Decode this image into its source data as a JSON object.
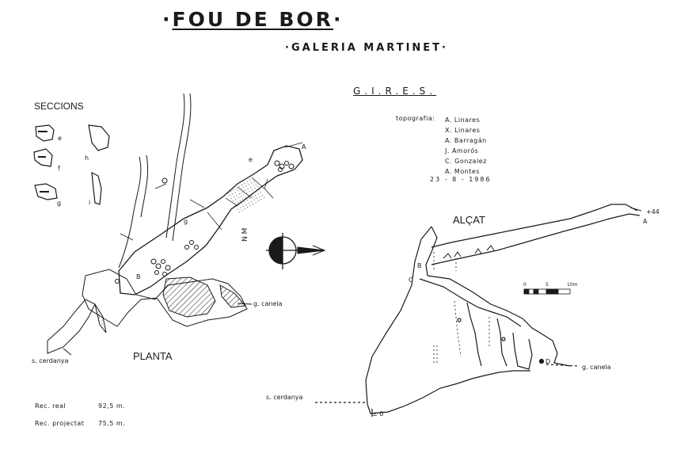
{
  "header": {
    "title": "FOU DE BOR",
    "subtitle": "GALERIA  MARTINET"
  },
  "credits": {
    "group": "G.I.R.E.S.",
    "label": "topografia:",
    "names": [
      "A. Linares",
      "X. Linares",
      "A. Barragán",
      "J. Amorós",
      "C. Gonzalez",
      "A. Montes"
    ],
    "date": "23 - 8 - 1986"
  },
  "sections": {
    "title": "SECCIONS",
    "letters": [
      "e",
      "f",
      "g",
      "h",
      "i"
    ]
  },
  "plan": {
    "title": "PLANTA",
    "labels": {
      "canela": "g. canela",
      "cerdanya": "s. cerdanya",
      "point_a": "A",
      "point_b": "B",
      "point_e": "e",
      "point_g": "g"
    },
    "north_label": "N M"
  },
  "elevation": {
    "title": "ALÇAT",
    "labels": {
      "plus44": "+44",
      "a": "A",
      "b": "B",
      "c": "C",
      "d": "D",
      "canela": "g. canela",
      "cerdanya": "s. cerdanya",
      "zero": "± 0"
    },
    "scale_start": "0",
    "scale_mid": "5",
    "scale_end": "10m"
  },
  "stats": {
    "real_label": "Rec. real",
    "real_value": "92,5 m.",
    "projected_label": "Rec. projectat",
    "projected_value": "75,5 m."
  },
  "colors": {
    "ink": "#1a1a1a",
    "paper": "#ffffff"
  }
}
